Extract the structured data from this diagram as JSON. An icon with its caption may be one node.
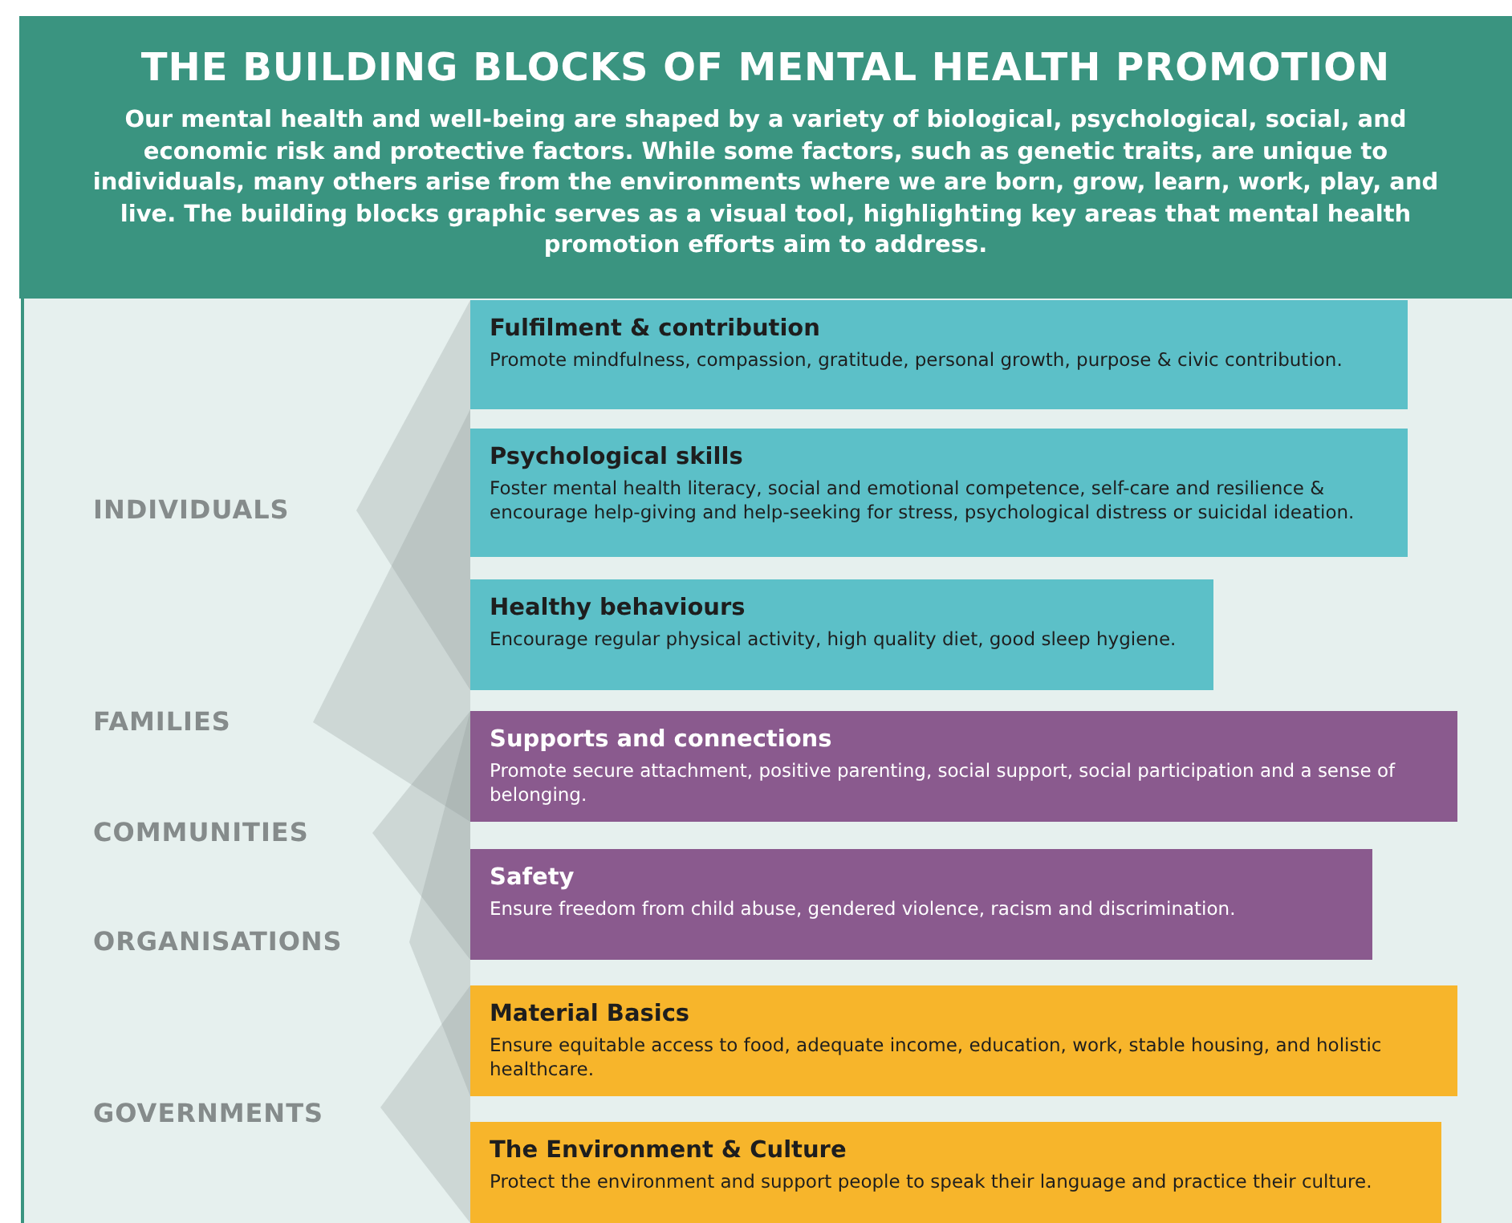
{
  "diagram": {
    "title": "THE BUILDING BLOCKS OF MENTAL HEALTH PROMOTION",
    "nodes": [
      {
        "text": [
          "Fulfilment & contribution",
          "Promote mindfulness, compassion, gratitude, personal growth, purpose & civic contribution."
        ]
      },
      {
        "text": [
          "Psychological skills",
          "Foster mental health literacy, social and emotional competence, self-care and resilience & encourage help-giving and help-seeking for stress, psychological distress or suicidal ideation."
        ]
      },
      {
        "text": [
          "Healthy behaviours",
          "Encourage regular physical activity, high quality diet, good sleep hygiene."
        ]
      },
      {
        "text": [
          "Supports and connections",
          "Promote secure attachment, positive parenting, social support, social participation and a sense of belonging."
        ]
      },
      {
        "text": [
          "Safety",
          "Ensure freedom from child abuse, gendered violence, racism and discrimination."
        ]
      },
      {
        "text": [
          "Material Basics",
          "Ensure equitable access to food, adequate income, education, work, stable housing, and holistic healthcare."
        ]
      },
      {
        "text": [
          "The Environment & Culture",
          "Protect the environment and support people to speak their language and practice their culture."
        ]
      }
    ],
    "labels": [
      "Our mental health and well-being are shaped by a variety of biological, psychological, social, and economic risk and protective factors. While some factors, such as genetic traits, are unique to individuals, many others arise from the environments where we are born, grow, learn, work, play, and live. The building blocks graphic serves as a visual tool, highlighting key areas that mental health promotion efforts aim to address.",
      "INDIVIDUALS",
      "FAMILIES",
      "COMMUNITIES",
      "ORGANISATIONS",
      "GOVERNMENTS"
    ]
  }
}
